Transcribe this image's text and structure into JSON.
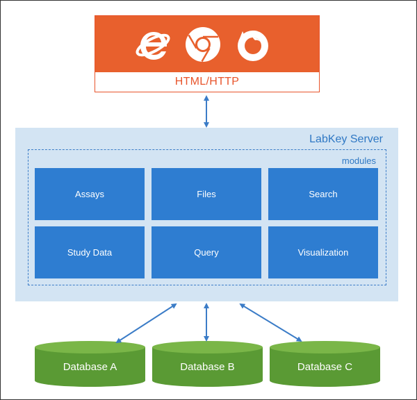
{
  "clients": {
    "protocol_label": "HTML/HTTP",
    "browsers": [
      "internet-explorer",
      "chrome",
      "firefox"
    ],
    "color": "#e8602d"
  },
  "server": {
    "title": "LabKey Server",
    "color": "#d3e4f3",
    "modules_label": "modules",
    "modules": [
      "Assays",
      "Files",
      "Search",
      "Study Data",
      "Query",
      "Visualization"
    ],
    "module_color": "#2e7dd1"
  },
  "databases": [
    "Database A",
    "Database B",
    "Database C"
  ],
  "database_color": "#5a9a34",
  "arrow_color": "#3b7cc7"
}
